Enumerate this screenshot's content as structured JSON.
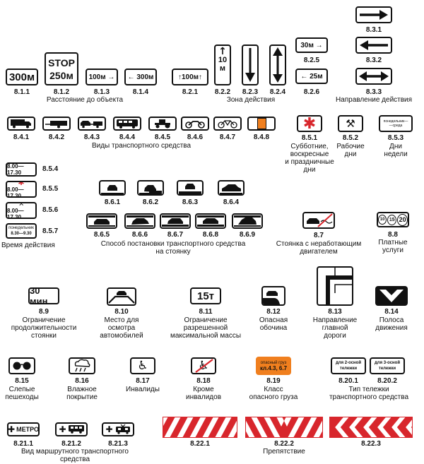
{
  "row1": {
    "s811": {
      "num": "8.1.1",
      "text": "300м"
    },
    "s812": {
      "num": "8.1.2",
      "line1": "STOP",
      "line2": "250м"
    },
    "s813": {
      "num": "8.1.3",
      "text": "100м →"
    },
    "s814": {
      "num": "8.1.4",
      "text": "← 300м"
    },
    "s821": {
      "num": "8.2.1",
      "text": "↑100м↑"
    },
    "s822": {
      "num": "8.2.2",
      "line1": "10",
      "line2": "м"
    },
    "s823": {
      "num": "8.2.3"
    },
    "s824": {
      "num": "8.2.4"
    },
    "s825": {
      "num": "8.2.5",
      "text": "30м →"
    },
    "s826": {
      "num": "8.2.6",
      "text": "← 25м"
    },
    "s831": {
      "num": "8.3.1"
    },
    "s832": {
      "num": "8.3.2"
    },
    "s833": {
      "num": "8.3.3"
    },
    "cap_81": "Расстояние до объекта",
    "cap_82": "Зона действия",
    "cap_83": "Направление действия"
  },
  "row2": {
    "s841": "8.4.1",
    "s842": "8.4.2",
    "s843": "8.4.3",
    "s844": "8.4.4",
    "s845": "8.4.5",
    "s846": "8.4.6",
    "s847": "8.4.7",
    "s848": "8.4.8",
    "cap_84": "Виды транспортного средства",
    "s851": {
      "num": "8.5.1",
      "cap": "Субботние,\nвоскресные\nи праздничные\nдни"
    },
    "s852": {
      "num": "8.5.2",
      "cap": "Рабочие\nдни"
    },
    "s853": {
      "num": "8.5.3",
      "cap": "Дни\nнедели",
      "sign": "понедельник—\n—среда"
    }
  },
  "row3": {
    "s854": {
      "num": "8.5.4",
      "text": "8.00—17.30"
    },
    "s855": {
      "num": "8.5.5",
      "text": "8.00—17.30"
    },
    "s856": {
      "num": "8.5.6",
      "text": "8.00—17.30"
    },
    "s857": {
      "num": "8.5.7",
      "line1": "понедельник",
      "line2": "8.30—9.30"
    },
    "cap_85": "Время действия",
    "s861": "8.6.1",
    "s862": "8.6.2",
    "s863": "8.6.3",
    "s864": "8.6.4",
    "s865": "8.6.5",
    "s866": "8.6.6",
    "s867": "8.6.7",
    "s868": "8.6.8",
    "s869": "8.6.9",
    "cap_86": "Способ постановки транспортного средства\nна стоянку",
    "s87": {
      "num": "8.7",
      "cap": "Стоянка с неработающим\nдвигателем"
    },
    "s88": {
      "num": "8.8",
      "cap": "Платные\nуслуги",
      "n1": "10",
      "n2": "15",
      "n3": "20"
    }
  },
  "row4": {
    "s89": {
      "num": "8.9",
      "text": "30 мин",
      "cap": "Ограничение\nпродолжительности\nстоянки"
    },
    "s810": {
      "num": "8.10",
      "cap": "Место для\nосмотра\nавтомобилей"
    },
    "s811b": {
      "num": "8.11",
      "text": "15т",
      "cap": "Ограничение\nразрешенной\nмаксимальной массы"
    },
    "s812b": {
      "num": "8.12",
      "cap": "Опасная\nобочина"
    },
    "s813b": {
      "num": "8.13",
      "cap": "Направление\nглавной\nдороги"
    },
    "s814b": {
      "num": "8.14",
      "cap": "Полоса\nдвижения"
    }
  },
  "row5": {
    "s815": {
      "num": "8.15",
      "cap": "Слепые\nпешеходы"
    },
    "s816": {
      "num": "8.16",
      "cap": "Влажное\nпокрытие"
    },
    "s817": {
      "num": "8.17",
      "cap": "Инвалиды"
    },
    "s818": {
      "num": "8.18",
      "cap": "Кроме\nинвалидов"
    },
    "s819": {
      "num": "8.19",
      "cap": "Класс\nопасного груза",
      "line1": "опасный груз",
      "line2": "кл.4.3, 6.7"
    },
    "s8201": {
      "num": "8.20.1",
      "line1": "для 2-осной",
      "line2": "тележки"
    },
    "s8202": {
      "num": "8.20.2",
      "line1": "для 3-осной",
      "line2": "тележки"
    },
    "cap_820": "Тип тележки\nтранспортного средства"
  },
  "row6": {
    "s8211": {
      "num": "8.21.1",
      "text": "МЕТРО"
    },
    "s8212": {
      "num": "8.21.2"
    },
    "s8213": {
      "num": "8.21.3"
    },
    "cap_821": "Вид маршрутного транспортного\nсредства",
    "s8221": "8.22.1",
    "s8222": "8.22.2",
    "s8223": "8.22.3",
    "cap_822": "Препятствие"
  },
  "colors": {
    "ink": "#111111",
    "red": "#d8262c",
    "orange": "#f07f1e"
  }
}
